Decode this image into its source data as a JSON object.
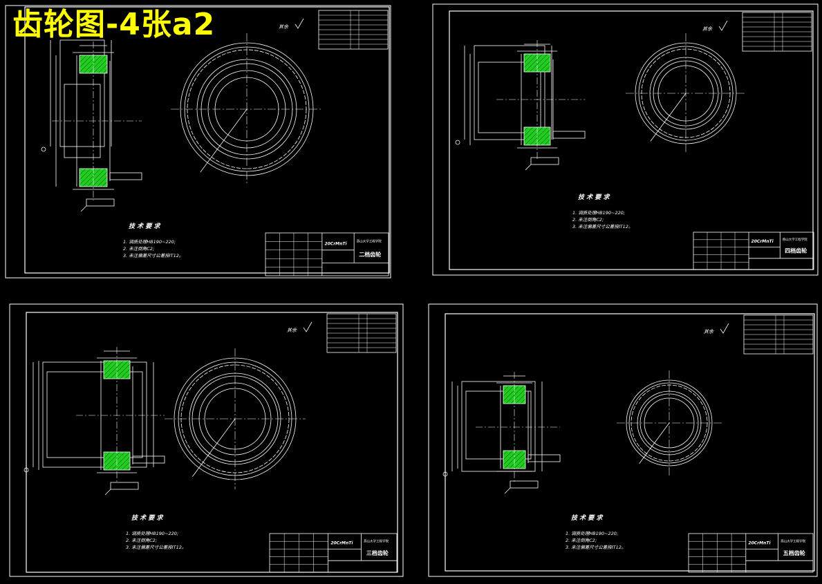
{
  "title": "齿轮图-4张a2",
  "colors": {
    "background": "#000000",
    "line": "#ffffff",
    "hatch": "#22cc22",
    "title": "#ffff00",
    "center": "#ffffff"
  },
  "sheets": [
    {
      "id": "sheet-1",
      "roughness": "其余",
      "tech_heading": "技 术 要 求",
      "tech_notes": [
        "1. 调质处理HB190~220;",
        "2. 未注倒角C2;",
        "3. 未注偏差尺寸公差按IT12。"
      ],
      "part_name": "二档齿轮",
      "school": "燕山大学工程学院",
      "material": "20CrMnTi"
    },
    {
      "id": "sheet-2",
      "roughness": "其余",
      "tech_heading": "技 术 要 求",
      "tech_notes": [
        "1. 调质处理HB190~220;",
        "2. 未注倒角C2;",
        "3. 未注偏差尺寸公差按IT12。"
      ],
      "part_name": "四档齿轮",
      "school": "燕山大学工程学院",
      "material": "20CrMnTi"
    },
    {
      "id": "sheet-3",
      "roughness": "其余",
      "tech_heading": "技 术 要 求",
      "tech_notes": [
        "1. 调质处理HB190~220;",
        "2. 未注倒角C2;",
        "3. 未注偏差尺寸公差按IT12。"
      ],
      "part_name": "三档齿轮",
      "school": "燕山大学工程学院",
      "material": "20CrMnTi"
    },
    {
      "id": "sheet-4",
      "roughness": "其余",
      "tech_heading": "技 术 要 求",
      "tech_notes": [
        "1. 调质处理HB190~220;",
        "2. 未注倒角C2;",
        "3. 未注偏差尺寸公差按IT12。"
      ],
      "part_name": "五档齿轮",
      "school": "燕山大学工程学院",
      "material": "20CrMnTi"
    }
  ]
}
